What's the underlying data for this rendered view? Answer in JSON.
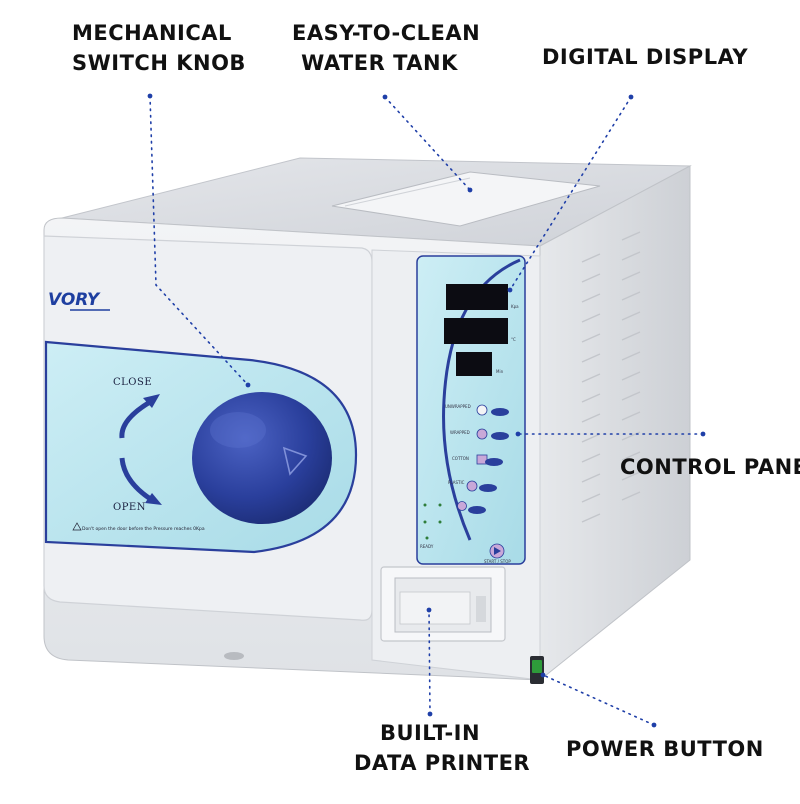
{
  "brand": {
    "logo_text": "VORY",
    "logo_color": "#1e3fa0"
  },
  "machine_labels": {
    "door_close": "CLOSE",
    "door_open": "OPEN",
    "door_warning": "Don't open the door before the Pressure reaches 0Kpa",
    "unit_kpa": "Kpa",
    "unit_celsius": "°C",
    "unit_min": "Min",
    "program_unwrapped": "UNWRAPPED",
    "program_wrapped": "WRAPPED",
    "program_cotton": "COTTON",
    "program_plastic": "PLASTIC",
    "start_stop": "START / STOP",
    "ready": "READY"
  },
  "callouts": {
    "knob": [
      "MECHANICAL",
      "SWITCH KNOB"
    ],
    "water_tank": [
      "EASY-TO-CLEAN",
      "WATER TANK"
    ],
    "display": [
      "DIGITAL DISPLAY"
    ],
    "control_panel": [
      "CONTROL PANEL"
    ],
    "printer": [
      "BUILT-IN",
      "DATA PRINTER"
    ],
    "power": [
      "POWER BUTTON"
    ]
  },
  "colors": {
    "body": "#eceef1",
    "panel": "#bfe6ef",
    "knob": "#2a3f9c",
    "leader": "#1f3fa8",
    "power": "#2e9b3a"
  }
}
